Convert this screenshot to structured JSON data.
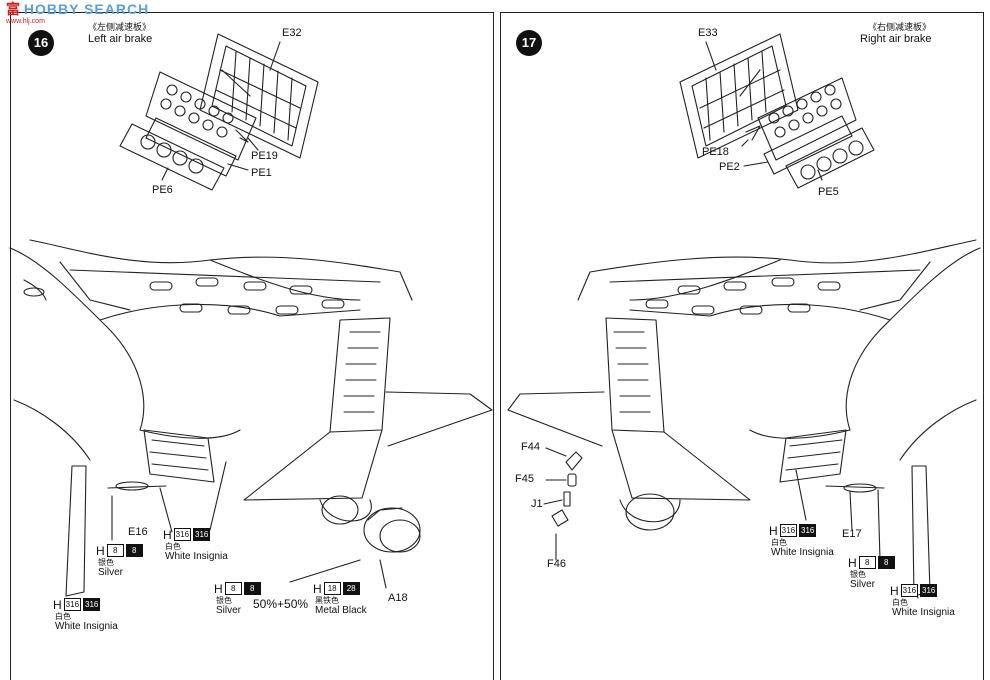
{
  "watermark": {
    "logo": "富",
    "text": "HOBBY SEARCH",
    "sub": "www.hlj.com"
  },
  "steps": [
    {
      "number": "16",
      "title_cn": "《左侧减速板》",
      "title_en": "Left air brake",
      "parts": {
        "e32": "E32",
        "pe19": "PE19",
        "pe1": "PE1",
        "pe6": "PE6",
        "e16": "E16",
        "a18": "A18"
      },
      "paints": [
        {
          "h": "H",
          "codes": [
            "316",
            "316"
          ],
          "cn": "白色",
          "en": "White Insignia"
        },
        {
          "h": "H",
          "codes": [
            "8",
            "8"
          ],
          "cn": "银色",
          "en": "Silver"
        },
        {
          "h": "H",
          "codes": [
            "8",
            "8"
          ],
          "cn": "银色",
          "en": "Silver"
        },
        {
          "h": "H",
          "codes": [
            "18",
            "28"
          ],
          "cn": "黑铁色",
          "en": "Metal  Black"
        },
        {
          "h": "H",
          "codes": [
            "316",
            "316"
          ],
          "cn": "白色",
          "en": "White Insignia"
        }
      ],
      "mix": "50%+50%"
    },
    {
      "number": "17",
      "title_cn": "《右侧减速板》",
      "title_en": "Right air brake",
      "parts": {
        "e33": "E33",
        "pe18": "PE18",
        "pe2": "PE2",
        "pe5": "PE5",
        "f44": "F44",
        "f45": "F45",
        "j1": "J1",
        "f46": "F46",
        "e17": "E17"
      },
      "paints": [
        {
          "h": "H",
          "codes": [
            "316",
            "316"
          ],
          "cn": "白色",
          "en": "White Insignia"
        },
        {
          "h": "H",
          "codes": [
            "8",
            "8"
          ],
          "cn": "银色",
          "en": "Silver"
        },
        {
          "h": "H",
          "codes": [
            "316",
            "316"
          ],
          "cn": "白色",
          "en": "White Insignia"
        }
      ]
    }
  ]
}
